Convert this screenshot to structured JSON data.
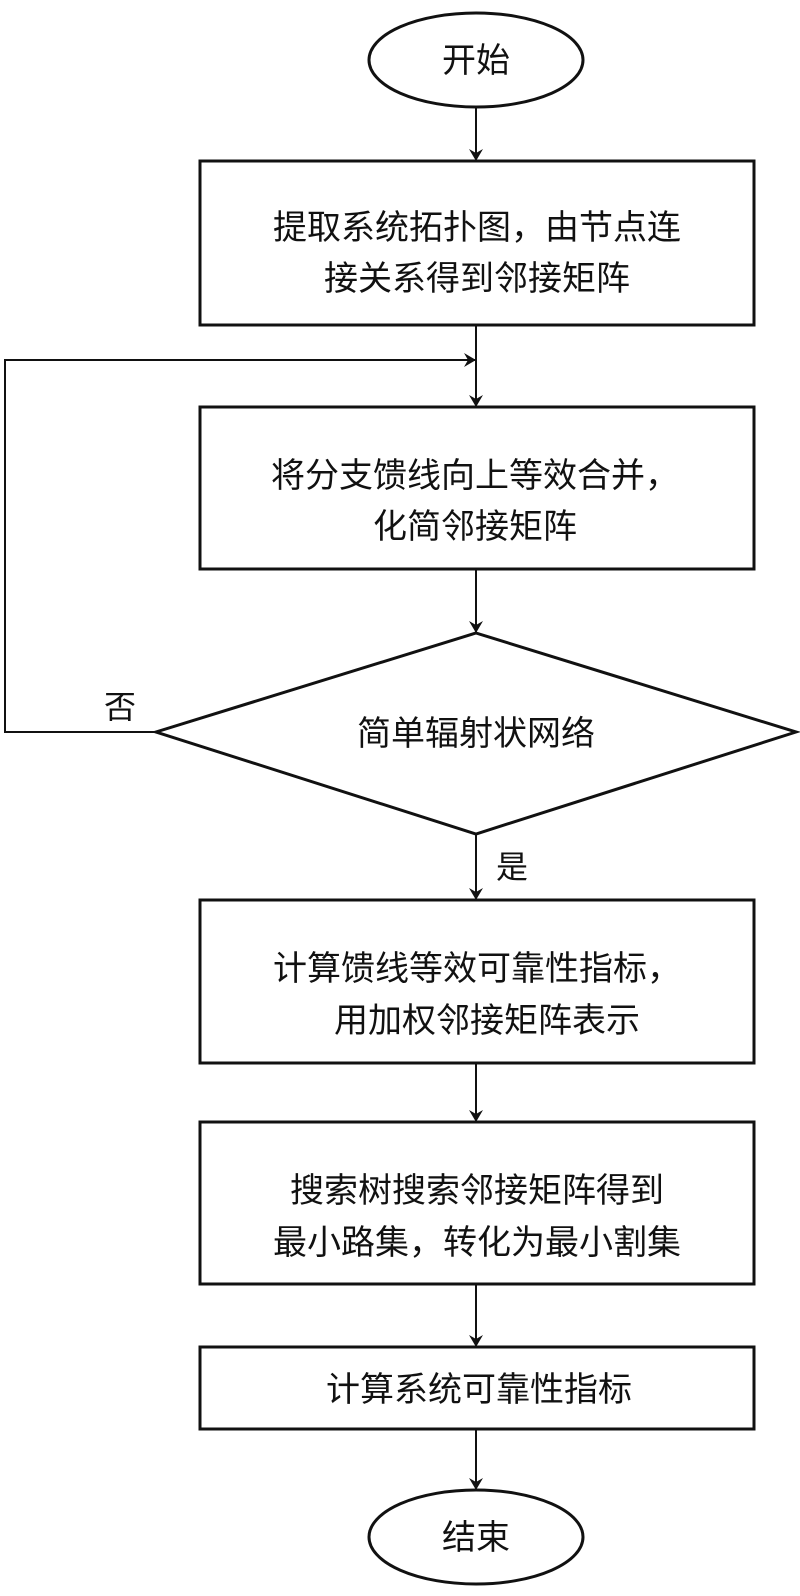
{
  "flowchart": {
    "start": {
      "label": "开始"
    },
    "step1": {
      "lines": [
        "提取系统拓扑图，由节点连",
        "接关系得到邻接矩阵"
      ]
    },
    "step2": {
      "lines": [
        "将分支馈线向上等效合并，",
        "化简邻接矩阵"
      ]
    },
    "decision": {
      "label": "简单辐射状网络",
      "no_label": "否",
      "yes_label": "是"
    },
    "step3": {
      "lines": [
        "计算馈线等效可靠性指标，",
        "用加权邻接矩阵表示"
      ]
    },
    "step4": {
      "lines": [
        "搜索树搜索邻接矩阵得到",
        "最小路集，转化为最小割集"
      ]
    },
    "step5": {
      "label": "计算系统可靠性指标"
    },
    "end": {
      "label": "结束"
    }
  }
}
